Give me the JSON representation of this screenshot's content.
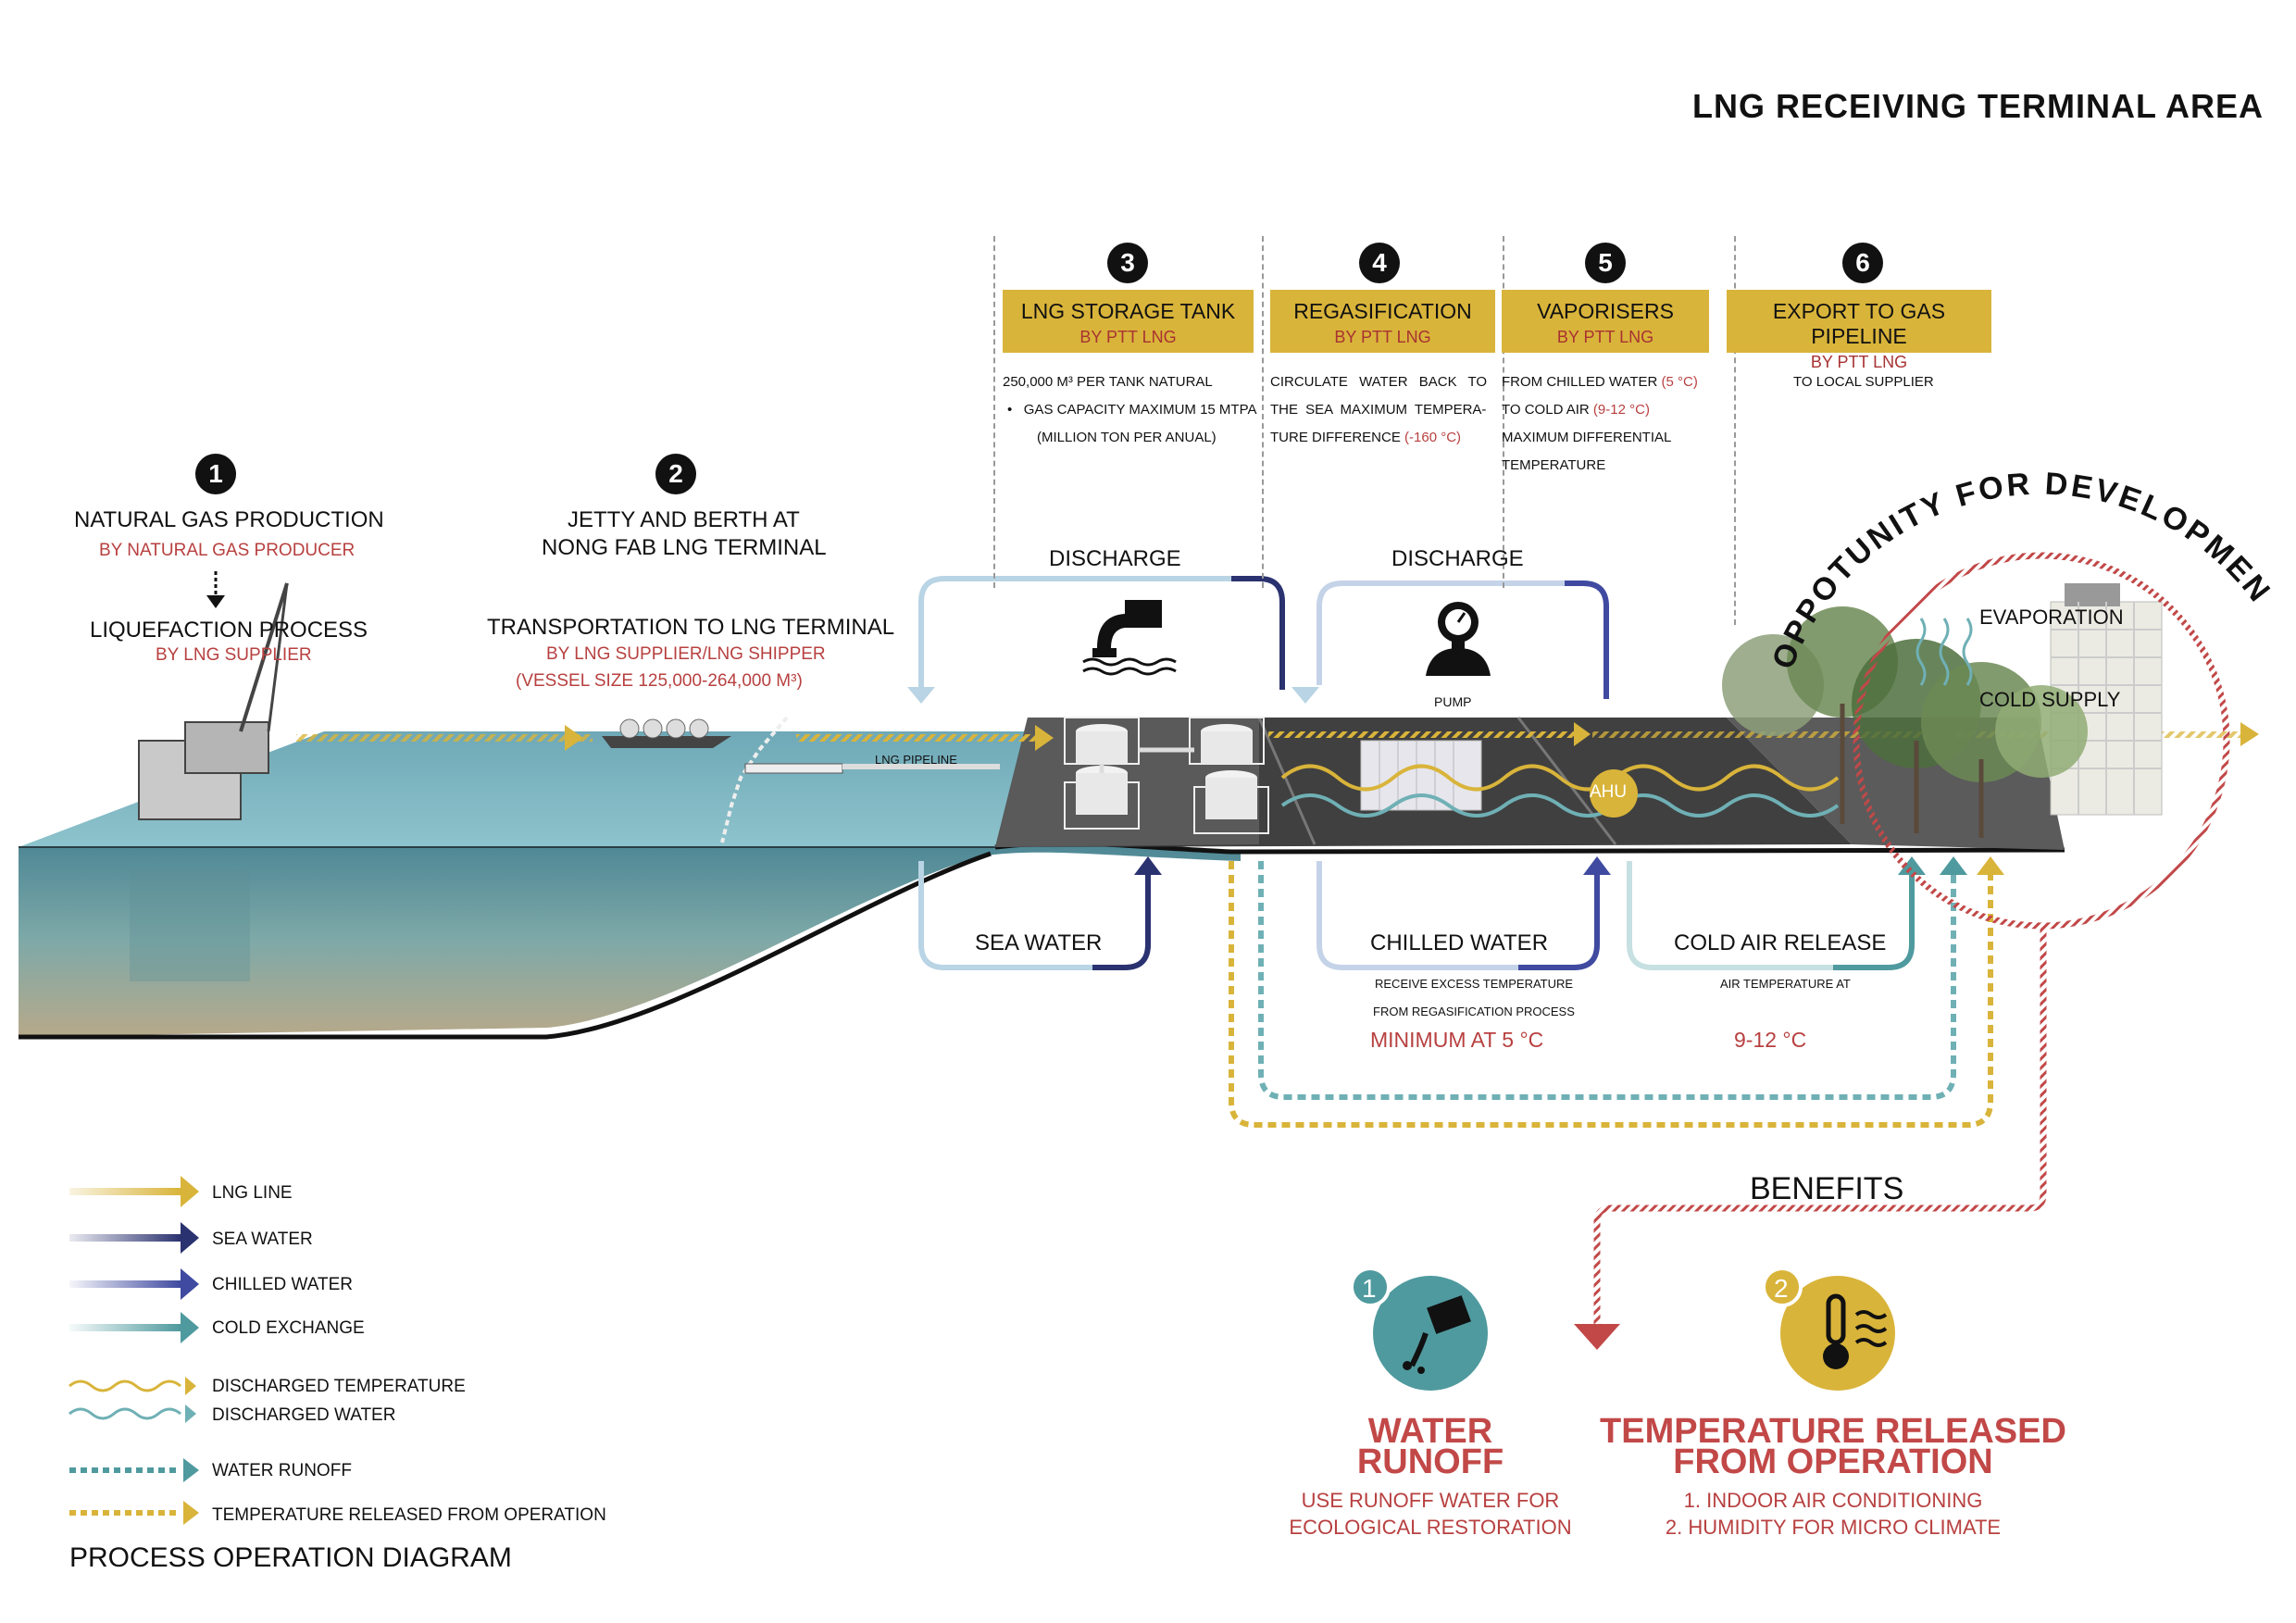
{
  "header": {
    "title": "LNG RECEIVING TERMINAL AREA"
  },
  "steps": [
    {
      "num": "1",
      "title": "NATURAL GAS PRODUCTION",
      "by": "BY NATURAL GAS PRODUCER",
      "title2": "LIQUEFACTION PROCESS",
      "by2": "BY LNG SUPPLIER"
    },
    {
      "num": "2",
      "title_line1": "JETTY AND BERTH AT",
      "title_line2": "NONG FAB LNG TERMINAL",
      "title2": "TRANSPORTATION TO LNG TERMINAL",
      "by2": "BY LNG SUPPLIER/LNG SHIPPER",
      "note": "(VESSEL SIZE 125,000-264,000 M³)"
    },
    {
      "num": "3",
      "title": "LNG STORAGE TANK",
      "by": "BY PTT LNG",
      "desc1": "250,000 M³ PER TANK NATURAL",
      "desc2": "GAS CAPACITY MAXIMUM 15 MTPA",
      "desc3": "(MILLION TON PER ANUAL)"
    },
    {
      "num": "4",
      "title": "REGASIFICATION",
      "by": "BY PTT LNG",
      "desc1": "CIRCULATE WATER BACK TO",
      "desc2": "THE SEA MAXIMUM TEMPERA-",
      "desc3a": "TURE DIFFERENCE ",
      "desc3b": "(-160 °C)"
    },
    {
      "num": "5",
      "title": "VAPORISERS",
      "by": "BY PTT LNG",
      "desc1a": "FROM CHILLED WATER ",
      "desc1b": "(5 °C)",
      "desc2a": "TO COLD AIR ",
      "desc2b": "(9-12 °C)",
      "desc3": "MAXIMUM DIFFERENTIAL",
      "desc4": "TEMPERATURE"
    },
    {
      "num": "6",
      "title": "EXPORT TO GAS PIPELINE",
      "by": "BY PTT LNG",
      "desc1": "TO LOCAL SUPPLIER"
    }
  ],
  "diagram": {
    "discharge_1": "DISCHARGE",
    "discharge_2": "DISCHARGE",
    "pump": "PUMP",
    "lng_pipeline": "LNG PIPELINE",
    "ahu": "AHU",
    "evaporation": "EVAPORATION",
    "cold_supply": "COLD SUPPLY",
    "sea_water": "SEA WATER",
    "chilled_water": "CHILLED WATER",
    "chilled_note1": "RECEIVE EXCESS TEMPERATURE",
    "chilled_note2": "FROM REGASIFICATION PROCESS",
    "chilled_value": "MINIMUM AT 5 °C",
    "cold_air": "COLD AIR RELEASE",
    "cold_note": "AIR TEMPERATURE AT",
    "cold_value": "9-12 °C",
    "opportunity": "OPPOTUNITY FOR DEVELOPMENT"
  },
  "legend": {
    "items": [
      "LNG LINE",
      "SEA WATER",
      "CHILLED WATER",
      "COLD EXCHANGE",
      "DISCHARGED TEMPERATURE",
      "DISCHARGED WATER",
      "WATER RUNOFF",
      "TEMPERATURE RELEASED FROM OPERATION"
    ],
    "caption": "PROCESS OPERATION DIAGRAM"
  },
  "benefits": {
    "title": "BENEFITS",
    "b1": {
      "num": "1",
      "title1": "WATER",
      "title2": "RUNOFF",
      "line1": "USE RUNOFF WATER FOR",
      "line2": "ECOLOGICAL RESTORATION"
    },
    "b2": {
      "num": "2",
      "title1": "TEMPERATURE RELEASED",
      "title2": "FROM OPERATION",
      "line1": "1. INDOOR AIR CONDITIONING",
      "line2": "2. HUMIDITY FOR MICRO CLIMATE"
    }
  },
  "colors": {
    "gold": "#d9b43a",
    "navy": "#2b3270",
    "teal": "#4f9a9e",
    "red": "#b84040",
    "sea": "#7fb9c3"
  }
}
